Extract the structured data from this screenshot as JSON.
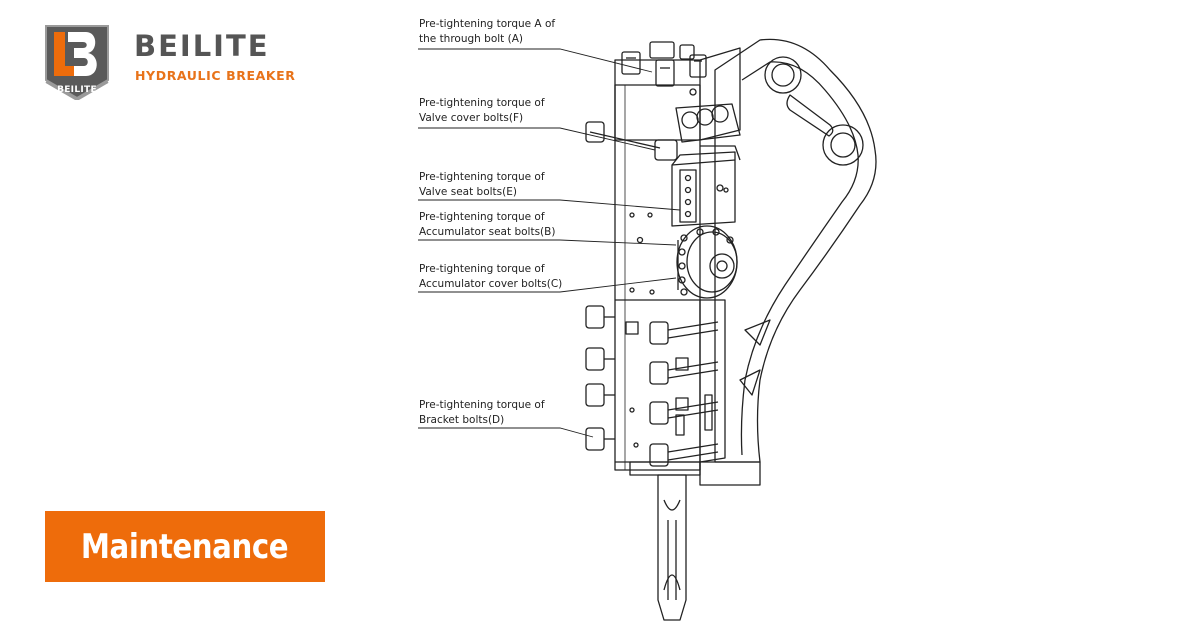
{
  "logo": {
    "badge_letters": "LB",
    "badge_text": "BEILITE",
    "brand": "BEILITE",
    "tagline": "HYDRAULIC BREAKER"
  },
  "banner": {
    "title": "Maintenance"
  },
  "colors": {
    "accent": "#ee6c0b",
    "logo_gray": "#555555",
    "line": "#222222"
  },
  "callouts": [
    {
      "id": "A",
      "line1": "Pre-tightening torque A of",
      "line2": "the through bolt (A)"
    },
    {
      "id": "F",
      "line1": "Pre-tightening torque of",
      "line2": "Valve cover bolts(F)"
    },
    {
      "id": "E",
      "line1": "Pre-tightening torque of",
      "line2": "Valve seat bolts(E)"
    },
    {
      "id": "B",
      "line1": "Pre-tightening torque of",
      "line2": "Accumulator seat bolts(B)"
    },
    {
      "id": "C",
      "line1": "Pre-tightening torque of",
      "line2": "Accumulator cover bolts(C)"
    },
    {
      "id": "D",
      "line1": "Pre-tightening torque of",
      "line2": "Bracket bolts(D)"
    }
  ]
}
